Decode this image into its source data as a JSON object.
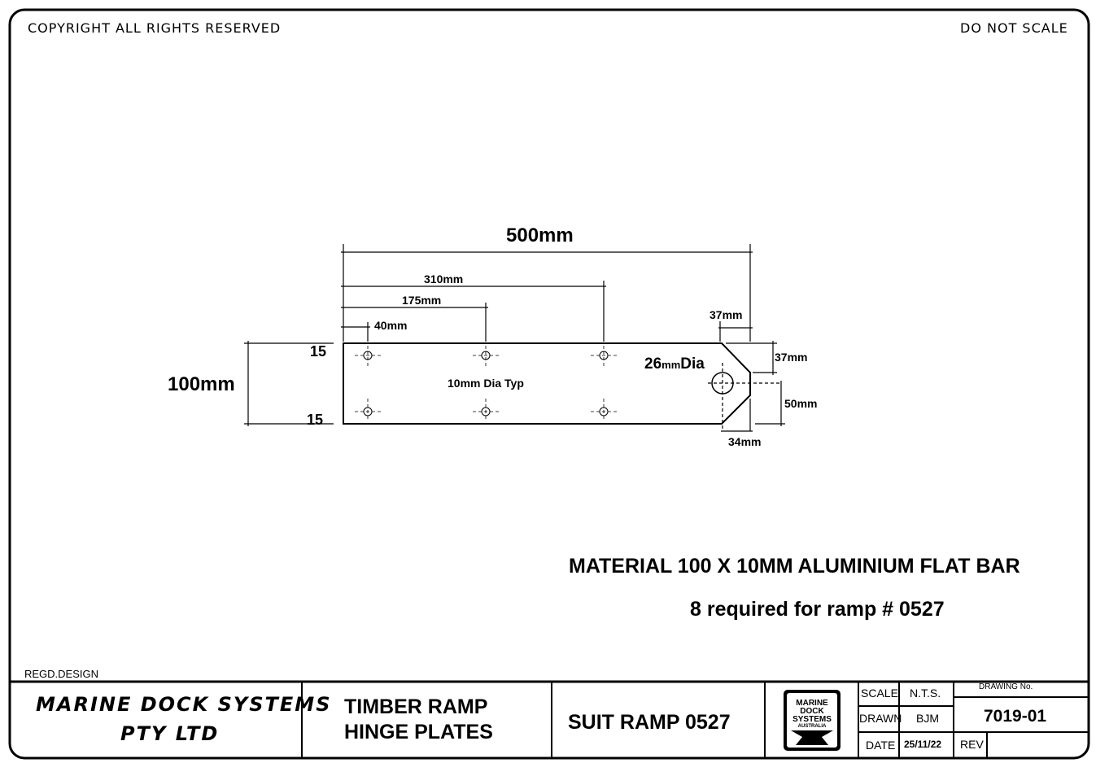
{
  "header": {
    "copyright": "COPYRIGHT ALL RIGHTS RESERVED",
    "scale_note": "DO NOT SCALE"
  },
  "dimensions": {
    "overall_length": "500mm",
    "hole3_offset": "310mm",
    "hole2_offset": "175mm",
    "hole1_offset": "40mm",
    "width": "100mm",
    "edge_top": "15",
    "edge_bottom": "15",
    "chamfer_x": "37mm",
    "chamfer_y": "37mm",
    "pin_hole": {
      "number": "26",
      "unit": "mm",
      "suffix": "Dia"
    },
    "pin_center_y": "50mm",
    "pin_center_x": "34mm",
    "small_holes": "10mm Dia Typ"
  },
  "notes": {
    "material": "MATERIAL 100 X 10MM ALUMINIUM FLAT BAR",
    "quantity": "8 required for ramp # 0527"
  },
  "title_block": {
    "regd": "REGD.DESIGN",
    "company_line1": "MARINE DOCK SYSTEMS",
    "company_line2": "PTY LTD",
    "title_line1": "TIMBER RAMP",
    "title_line2": "HINGE PLATES",
    "suit": "SUIT RAMP 0527",
    "logo": {
      "line1": "MARINE",
      "line2": "DOCK",
      "line3": "SYSTEMS",
      "line4": "AUSTRALIA"
    },
    "scale_label": "SCALE",
    "scale_value": "N.T.S.",
    "drawn_label": "DRAWN",
    "drawn_value": "BJM",
    "date_label": "DATE",
    "date_value": "25/11/22",
    "drawing_no_label": "DRAWING No.",
    "drawing_no": "7019-01",
    "rev_label": "REV"
  }
}
